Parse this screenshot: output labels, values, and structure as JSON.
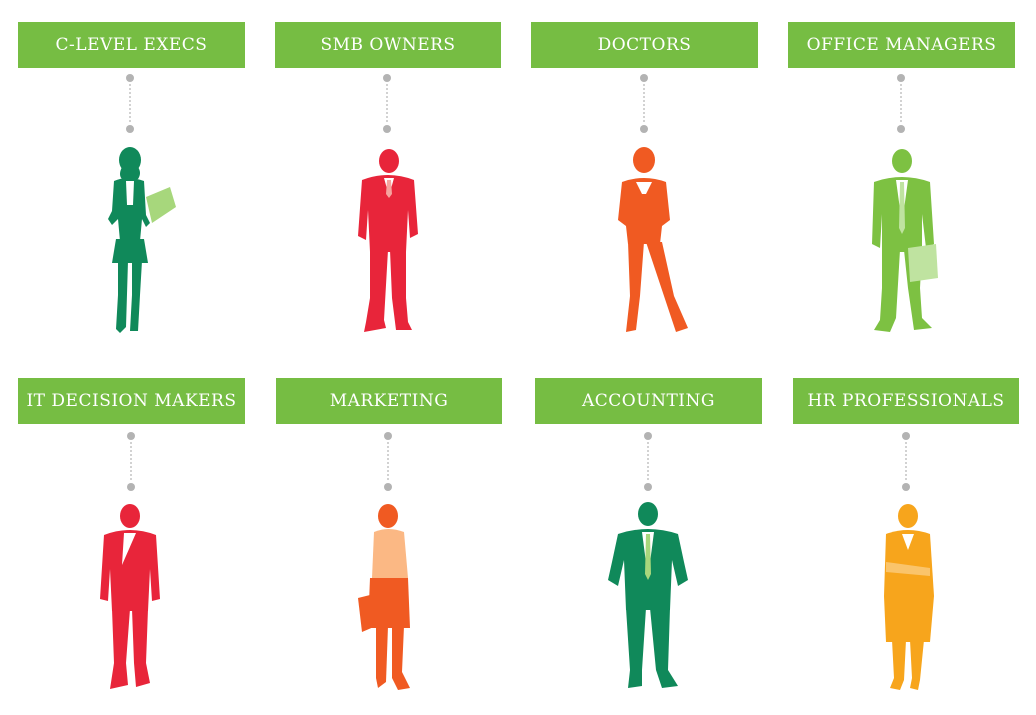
{
  "personas": [
    {
      "label": "C-LEVEL EXECS",
      "figure": "businesswoman-holding-papers-icon",
      "color": "#10895a"
    },
    {
      "label": "SMB OWNERS",
      "figure": "businessman-suit-icon",
      "color": "#e8253a"
    },
    {
      "label": "DOCTORS",
      "figure": "woman-pantsuit-icon",
      "color": "#f05a22"
    },
    {
      "label": "OFFICE MANAGERS",
      "figure": "businessman-briefcase-icon",
      "color": "#7dc142"
    },
    {
      "label": "IT DECISION MAKERS",
      "figure": "businessman-hands-in-pockets-icon",
      "color": "#e8253a"
    },
    {
      "label": "MARKETING",
      "figure": "woman-handbag-icon",
      "color": "#f05a22"
    },
    {
      "label": "ACCOUNTING",
      "figure": "businessman-hands-on-hips-icon",
      "color": "#10895a"
    },
    {
      "label": "HR PROFESSIONALS",
      "figure": "woman-arms-crossed-icon",
      "color": "#f7a51c"
    }
  ],
  "colors": {
    "label_background": "#76bd43",
    "label_text": "#ffffff",
    "connector": "#b3b3b3"
  }
}
